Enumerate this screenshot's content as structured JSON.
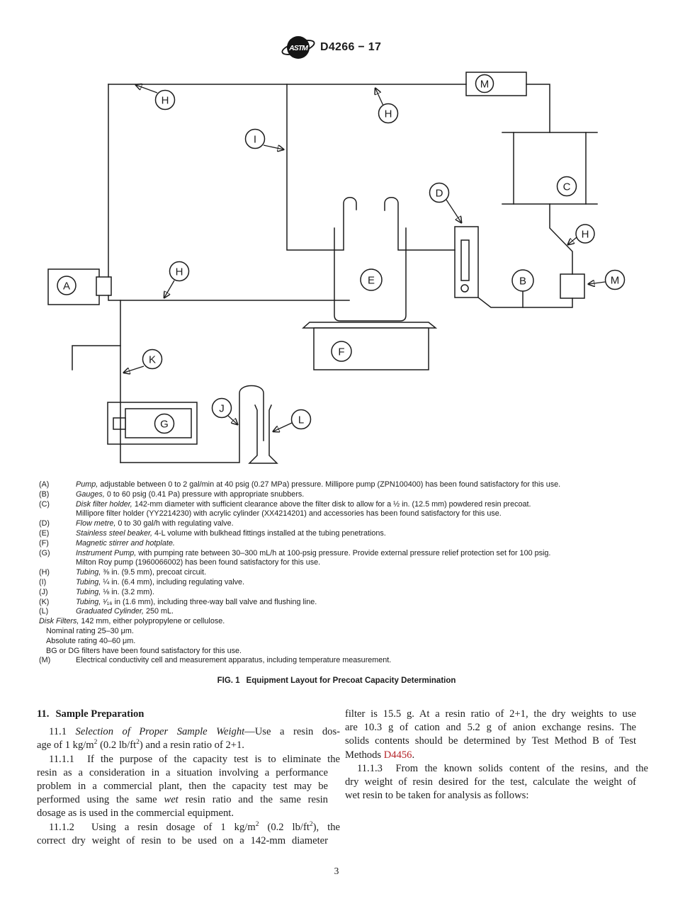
{
  "header": {
    "doc_code": "D4266 − 17",
    "logo_text": "ASTM"
  },
  "colors": {
    "link_red": "#b42328",
    "ink": "#1c1c1c"
  },
  "figure": {
    "callouts": [
      "A",
      "H",
      "I",
      "H",
      "M",
      "C",
      "D",
      "E",
      "H",
      "B",
      "M",
      "H",
      "F",
      "K",
      "G",
      "J",
      "L"
    ],
    "caption_label": "FIG. 1",
    "caption_title": "Equipment Layout for Precoat Capacity Determination"
  },
  "legend": {
    "rows": [
      {
        "tag": "(A)",
        "it": "Pump,",
        "rest": "adjustable between 0 to 2 gal/min at 40 psig (0.27 MPa) pressure. Millipore pump (ZPN100400) has been found satisfactory for this use."
      },
      {
        "tag": "(B)",
        "it": "Gauges,",
        "rest": "0 to 60 psig (0.41 Pa) pressure with appropriate snubbers."
      },
      {
        "tag": "(C)",
        "it": "Disk filter holder,",
        "rest": "142-mm diameter with sufficient clearance above the filter disk to allow for a ½ in. (12.5 mm) powdered resin precoat."
      },
      {
        "tag": "",
        "it": "",
        "rest": "Millipore filter holder (YY2214230) with acrylic cylinder (XX4214201) and accessories has been found satisfactory for this use."
      },
      {
        "tag": "(D)",
        "it": "Flow metre,",
        "rest": "0 to 30 gal/h with regulating valve."
      },
      {
        "tag": "(E)",
        "it": "Stainless steel beaker,",
        "rest": "4-L volume with bulkhead fittings installed at the tubing penetrations."
      },
      {
        "tag": "(F)",
        "it": "Magnetic stirrer and hotplate.",
        "rest": ""
      },
      {
        "tag": "(G)",
        "it": "Instrument Pump,",
        "rest": "with pumping rate between 30–300 mL/h at 100-psig pressure. Provide external pressure relief protection set for 100 psig."
      },
      {
        "tag": "",
        "it": "",
        "rest": "Milton Roy pump (1960066002) has been found satisfactory for this use."
      },
      {
        "tag": "(H)",
        "it": "Tubing,",
        "rest": "⅜ in. (9.5 mm), precoat circuit."
      },
      {
        "tag": "(I)",
        "it": "Tubing,",
        "rest": "¼ in. (6.4 mm), including regulating valve."
      },
      {
        "tag": "(J)",
        "it": "Tubing,",
        "rest": "⅛ in. (3.2 mm)."
      },
      {
        "tag": "(K)",
        "it": "Tubing,",
        "rest": "¹⁄₁₆ in (1.6 mm), including three-way ball valve and flushing line."
      },
      {
        "tag": "(L)",
        "it": "Graduated Cylinder,",
        "rest": "250 mL."
      },
      {
        "tag": "",
        "it": "Disk Filters,",
        "rest": "142 mm, either polypropylene or cellulose."
      },
      {
        "tag": "",
        "it": "",
        "rest": "Nominal rating 25–30 μm."
      },
      {
        "tag": "",
        "it": "",
        "rest": "Absolute rating 40–60 μm."
      },
      {
        "tag": "",
        "it": "",
        "rest": "BG or DG filters have been found satisfactory for this use."
      },
      {
        "tag": "(M)",
        "it": "",
        "rest": "Electrical conductivity cell and measurement apparatus, including temperature measurement."
      }
    ]
  },
  "body": {
    "heading_num": "11.",
    "heading_title": "Sample Preparation",
    "left": {
      "l1a": "11.1",
      "l1b": "Selection of Proper Sample Weight",
      "l1c": "—Use a resin dos-",
      "l2a": "age of 1 kg/m",
      "l2s1": "2",
      "l2b": "(0.2 lb/ft",
      "l2s2": "2",
      "l2c": ") and a resin ratio of 2+1.",
      "l3": "11.1.1  If the purpose of the capacity test is to eliminate the",
      "l4": "resin as a consideration in a situation involving a performance",
      "l5": "problem in a commercial plant, then the capacity test may be",
      "l6a": "performed using the same",
      "l6b": "wet",
      "l6c": "resin ratio and the same resin",
      "l7": "dosage as is used in the commercial equipment.",
      "l8a": "11.1.2  Using a resin dosage of 1 kg/m",
      "l8s1": "2",
      "l8b": "(0.2 lb/ft",
      "l8s2": "2",
      "l8c": "), the",
      "l9": "correct dry weight of resin to be used on a 142-mm diameter"
    },
    "right": {
      "l1": "filter is 15.5 g. At a resin ratio of 2+1, the dry weights to use",
      "l2": "are 10.3 g of cation and 5.2 g of anion exchange resins. The",
      "l3": "solids contents should be determined by Test Method B of Test",
      "l4a": "Methods",
      "l4link": "D4456",
      "l4b": ".",
      "l5": "11.1.3  From the known solids content of the resins, and the",
      "l6": "dry weight of resin desired for the test, calculate the weight of",
      "l7": "wet resin to be taken for analysis as follows:"
    }
  },
  "footer": {
    "page_number": "3"
  }
}
